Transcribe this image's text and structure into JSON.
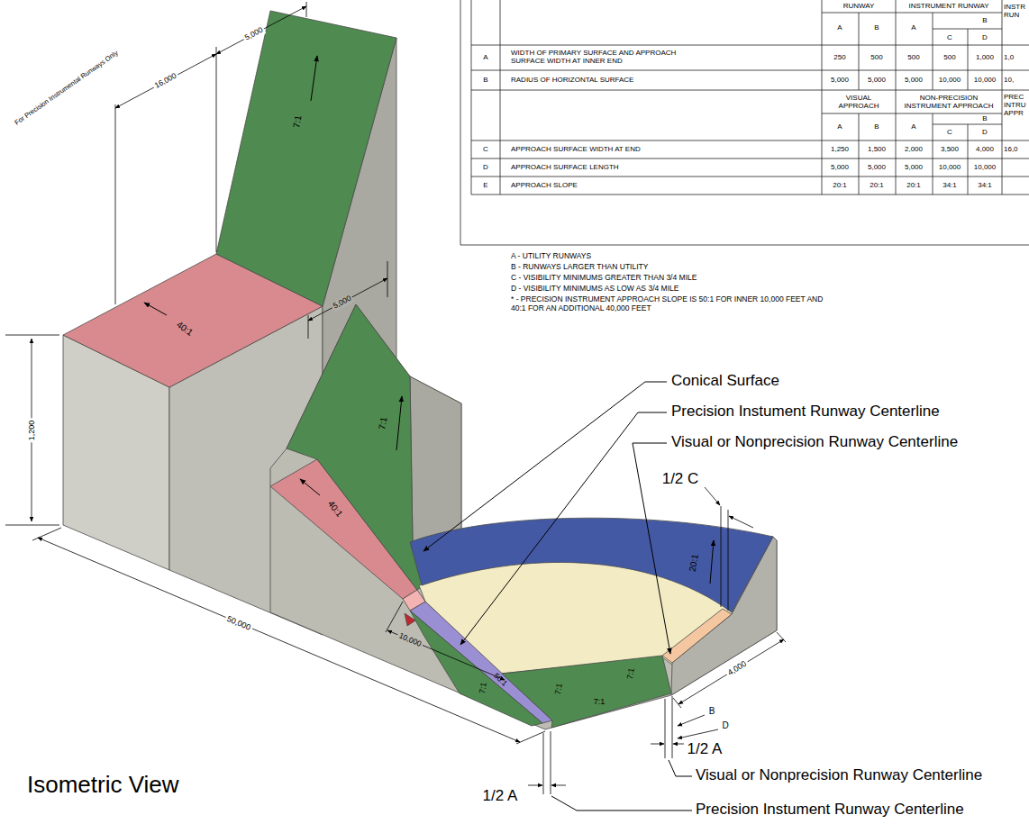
{
  "diagram": {
    "labels": [
      "RUNWAY",
      "INSTRUMENT RUNWAY",
      "INSTR RUN",
      "A",
      "B",
      "A",
      "B",
      "C",
      "D",
      "A",
      "WIDTH OF PRIMARY SURFACE AND APPROACH SURFACE WIDTH AT INNER END",
      "250",
      "500",
      "500",
      "500",
      "1,000",
      "1,0",
      "B",
      "RADIUS OF HORIZONTAL SURFACE",
      "5,000",
      "5,000",
      "5,000",
      "10,000",
      "10,000",
      "10,",
      "VISUAL APPROACH",
      "NON-PRECISION INSTRUMENT APPROACH",
      "PREC INTRU APPR",
      "A",
      "B",
      "A",
      "B",
      "C",
      "D",
      "C",
      "APPROACH SURFACE WIDTH AT END",
      "1,250",
      "1,500",
      "2,000",
      "3,500",
      "4,000",
      "16,0",
      "D",
      "APPROACH SURFACE LENGTH",
      "5,000",
      "5,000",
      "5,000",
      "10,000",
      "10,000",
      "E",
      "APPROACH SLOPE",
      "20:1",
      "20:1",
      "20:1",
      "34:1",
      "34:1",
      "A - UTILITY RUNWAYS",
      "B - RUNWAYS LARGER THAN UTILITY",
      "C - VISIBILITY MINIMUMS GREATER THAN 3/4 MILE",
      "D - VISIBILITY MINIMUMS AS LOW AS 3/4 MILE",
      "* - PRECISION INSTRUMENT APPROACH SLOPE IS 50:1 FOR INNER 10,000 FEET AND 40:1 FOR AN ADDITIONAL 40,000 FEET",
      "For Precision Instrumental Runways Only",
      "16,000",
      "5,000",
      "7:1",
      "40:1",
      "5,000",
      "1,200",
      "7:1",
      "40:1",
      "50,000",
      "50:1",
      "10,000",
      "7:1",
      "7:1",
      "7:1",
      "7:1",
      "20:1",
      "4,000",
      "B",
      "D",
      "1/2 C",
      "1/2 A",
      "1/2 A",
      "Conical Surface",
      "Precision Instument Runway Centerline",
      "Visual or Nonprecision Runway Centerline",
      "Visual or Nonprecision Runway Centerline",
      "Precision Instument Runway Centerline",
      "Isometric View"
    ]
  }
}
